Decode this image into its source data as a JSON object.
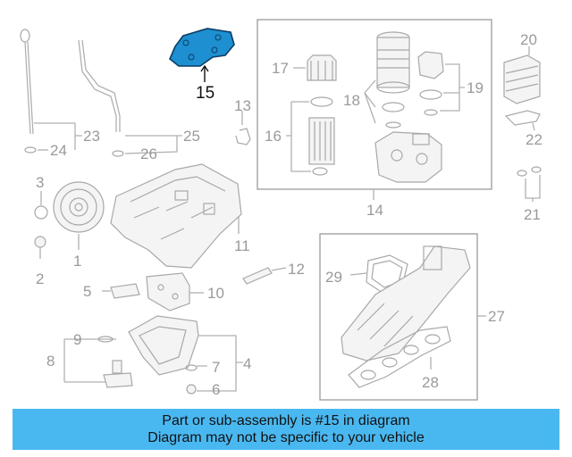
{
  "callouts": {
    "n1": "1",
    "n2": "2",
    "n3": "3",
    "n4": "4",
    "n5": "5",
    "n6": "6",
    "n7": "7",
    "n8": "8",
    "n9": "9",
    "n10": "10",
    "n11": "11",
    "n12": "12",
    "n13": "13",
    "n14": "14",
    "n15": "15",
    "n16": "16",
    "n17": "17",
    "n18": "18",
    "n19": "19",
    "n20": "20",
    "n21": "21",
    "n22": "22",
    "n23": "23",
    "n24": "24",
    "n25": "25",
    "n26": "26",
    "n27": "27",
    "n28": "28",
    "n29": "29"
  },
  "highlight": {
    "part_number": "15",
    "color": "#1e8fd0"
  },
  "banner": {
    "line1": "Part or sub-assembly is #15 in diagram",
    "line2": "Diagram may not be specific to your vehicle",
    "color": "#4ab8f0"
  }
}
